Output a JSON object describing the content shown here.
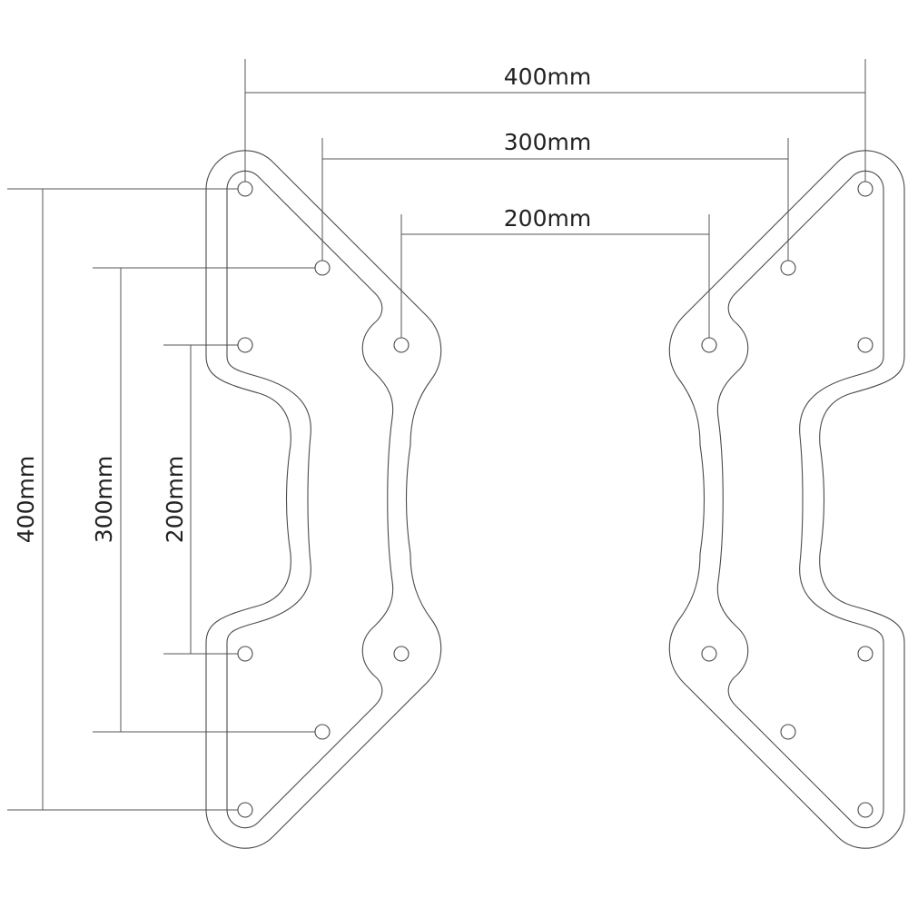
{
  "horizontal_dimensions": {
    "d400": "400mm",
    "d300": "300mm",
    "d200": "200mm"
  },
  "vertical_dimensions": {
    "d400": "400mm",
    "d300": "300mm",
    "d200": "200mm"
  },
  "colors": {
    "line": "#4a4a4a",
    "text": "#222222"
  }
}
